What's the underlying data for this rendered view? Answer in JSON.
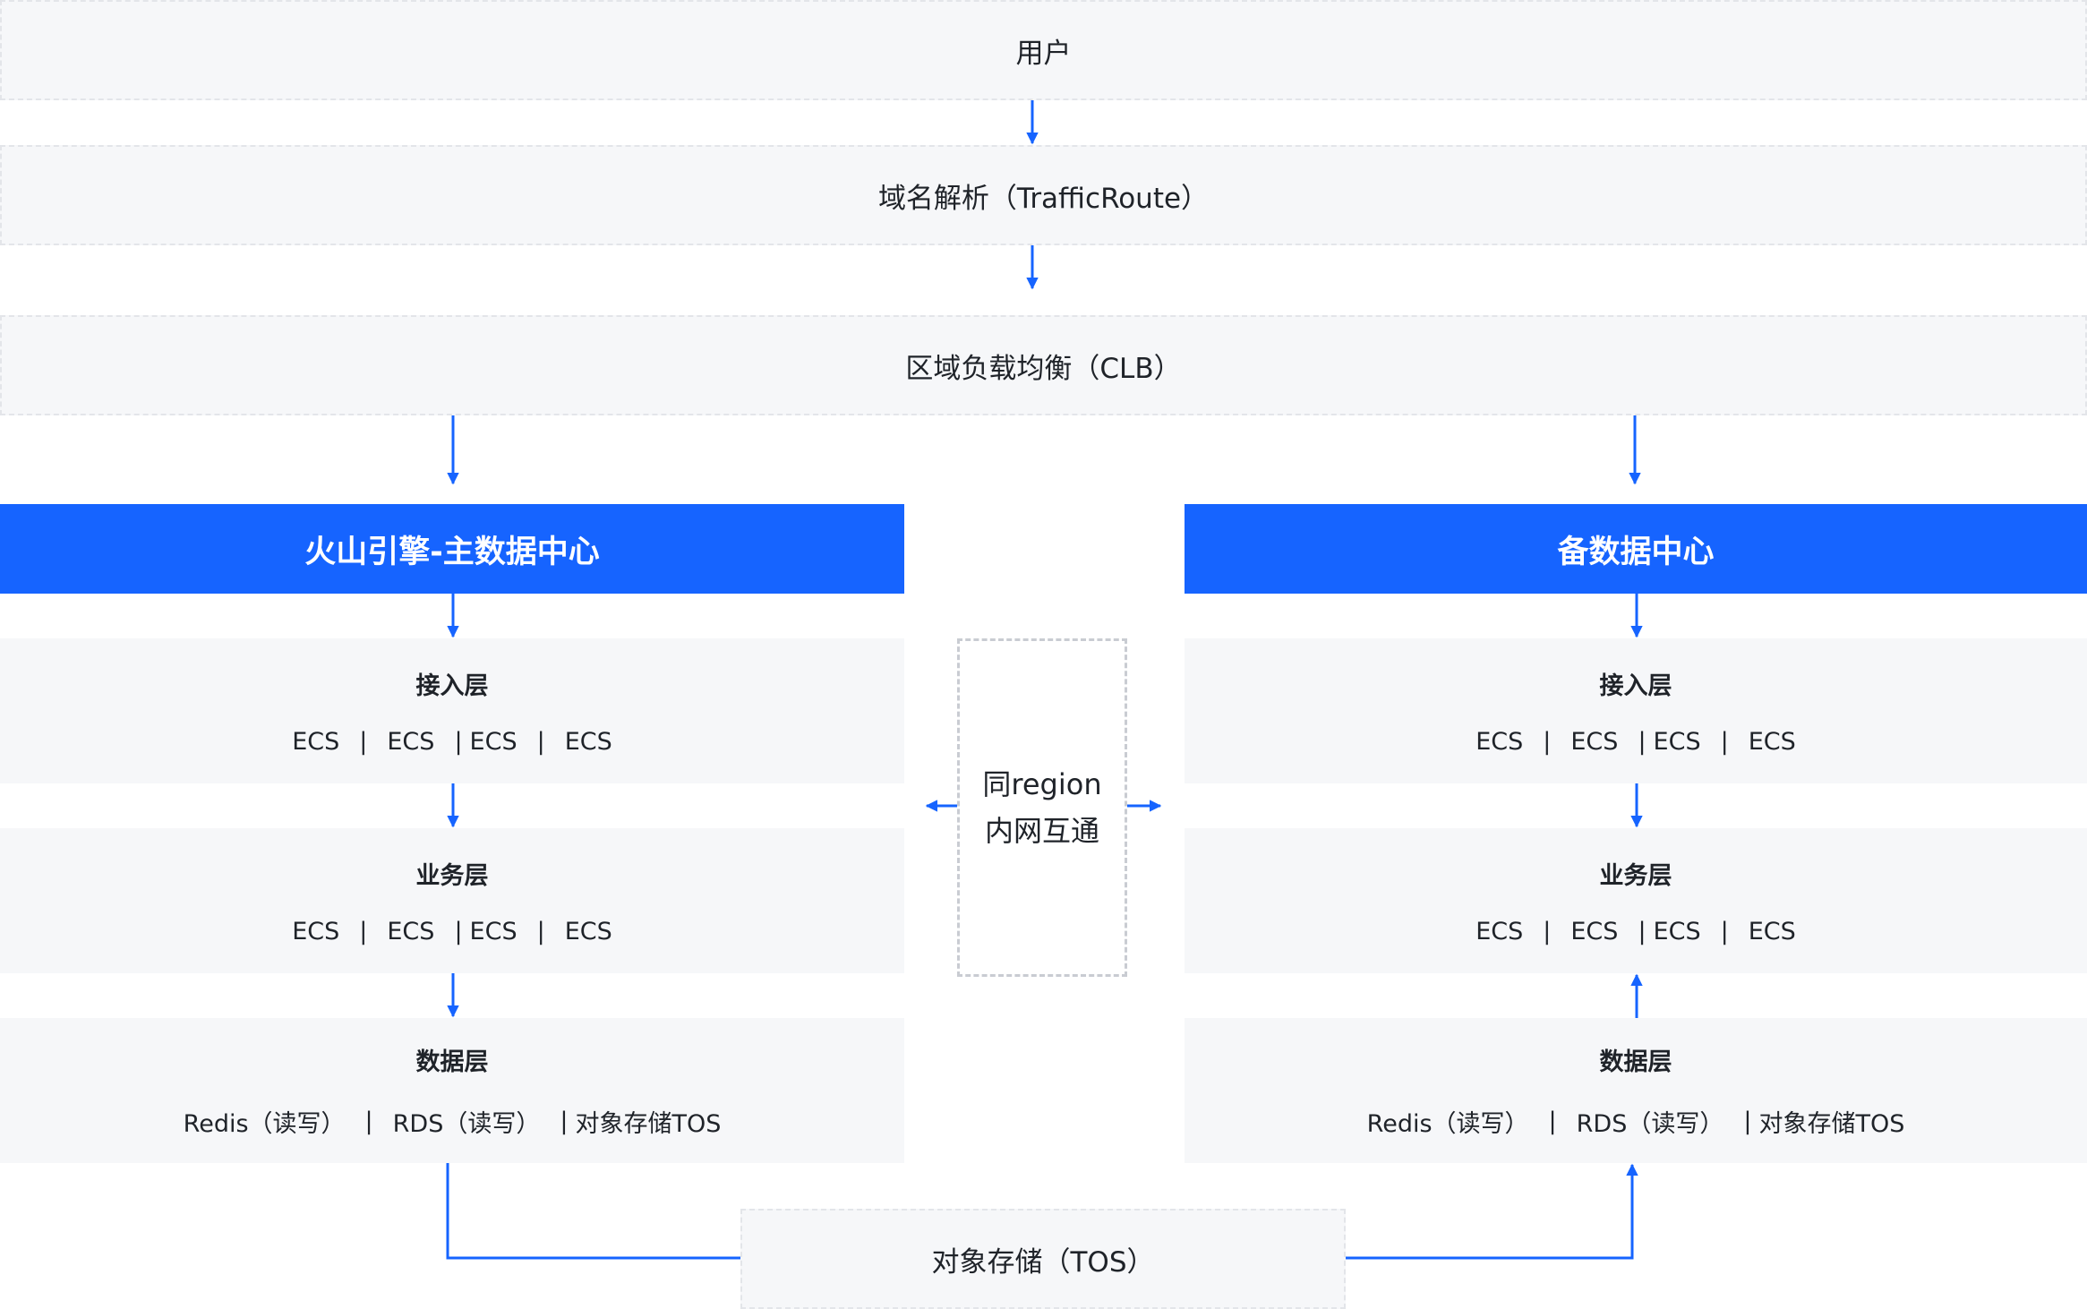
{
  "user": "用户",
  "dns": "域名解析（TrafficRoute）",
  "clb": "区域负载均衡（CLB）",
  "primary": {
    "title": "火山引擎-主数据中心",
    "access": {
      "title": "接入层",
      "items": [
        "ECS",
        "ECS",
        "ECS",
        "ECS"
      ]
    },
    "business": {
      "title": "业务层",
      "items": [
        "ECS",
        "ECS",
        "ECS",
        "ECS"
      ]
    },
    "data": {
      "title": "数据层",
      "items": [
        "Redis（读写）",
        "RDS（读写）",
        "对象存储TOS"
      ]
    }
  },
  "backup": {
    "title": "备数据中心",
    "access": {
      "title": "接入层",
      "items": [
        "ECS",
        "ECS",
        "ECS",
        "ECS"
      ]
    },
    "business": {
      "title": "业务层",
      "items": [
        "ECS",
        "ECS",
        "ECS",
        "ECS"
      ]
    },
    "data": {
      "title": "数据层",
      "items": [
        "Redis（读写）",
        "RDS（读写）",
        "对象存储TOS"
      ]
    }
  },
  "region": {
    "line1": "同region",
    "line2": "内网互通"
  },
  "tos": "对象存储（TOS）",
  "colors": {
    "accent": "#1664ff",
    "panel": "#f6f7f9",
    "text": "#1f2329"
  }
}
